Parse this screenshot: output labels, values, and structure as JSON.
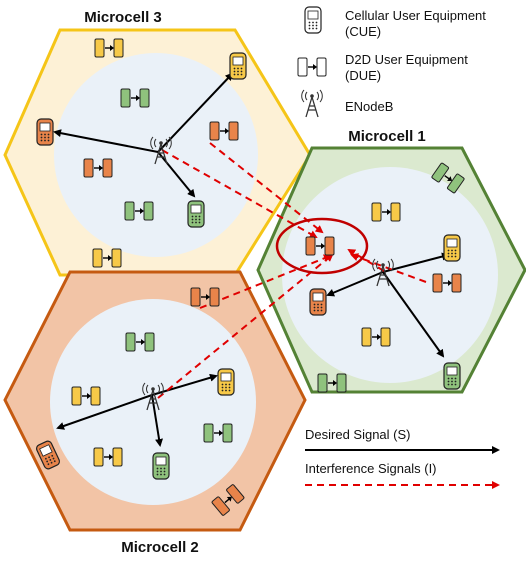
{
  "titles": {
    "microcell_3": "Microcell 3",
    "microcell_1": "Microcell 1",
    "microcell_2": "Microcell 2"
  },
  "legend": {
    "cue_line1": "Cellular User Equipment",
    "cue_line2": "(CUE)",
    "due_line1": "D2D User Equipment",
    "due_line2": "(DUE)",
    "enodeb": "ENodeB",
    "desired": "Desired Signal (S)",
    "interference": "Interference Signals (I)"
  },
  "colors": {
    "cell3_border": "#f5c518",
    "cell3_fill": "#fdf1d6",
    "cell1_border": "#548235",
    "cell1_fill": "#dbe9cf",
    "cell2_border": "#c55a11",
    "cell2_fill": "#f2c4a6",
    "inner_circle": "#eaf1f8",
    "desired_signal": "#000000",
    "interference_signal": "#e00000",
    "highlight_ring": "#c00000"
  }
}
